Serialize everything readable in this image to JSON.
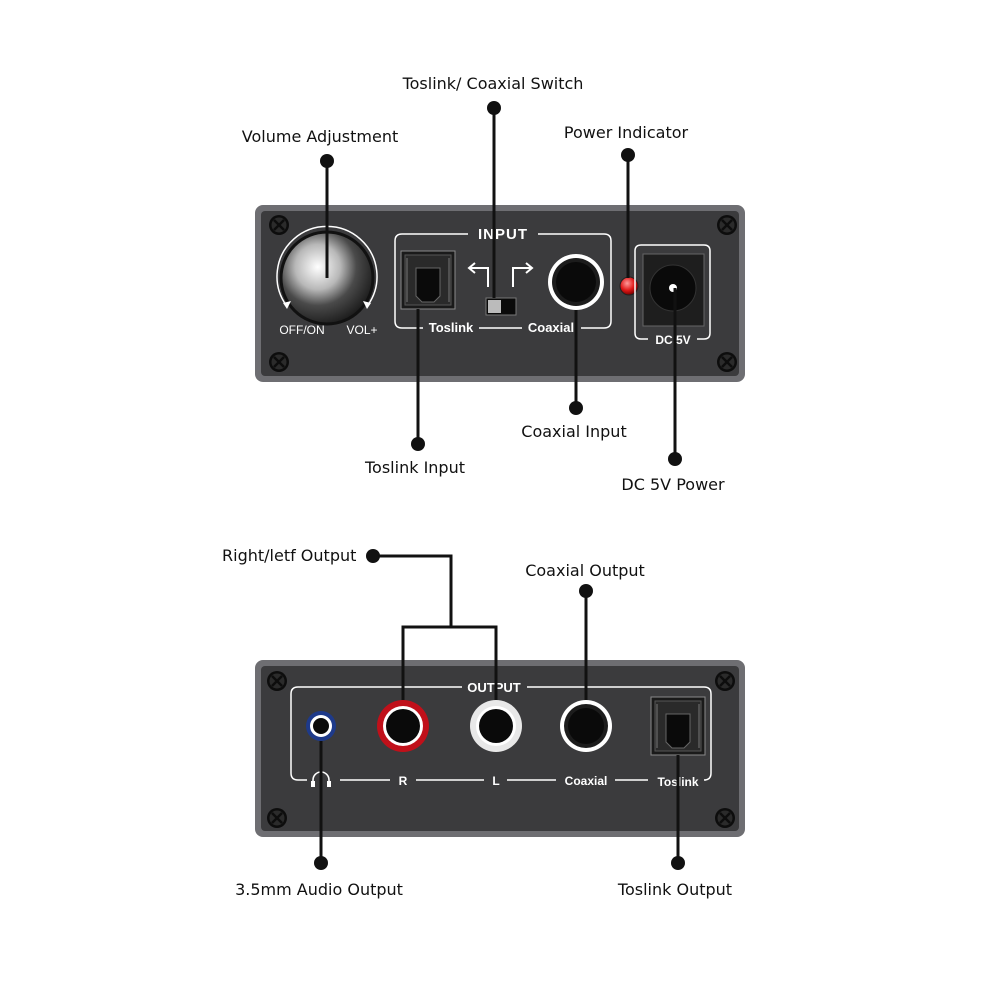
{
  "colors": {
    "panel": "#3b3b3d",
    "panel_border": "#6e6e72",
    "ink": "#111111",
    "rca_red": "#c0101a",
    "rca_white": "#e8e8e8",
    "led_red": "#e01818",
    "headphone_blue": "#1e3a8a"
  },
  "input_panel": {
    "group_label": "INPUT",
    "toslink_label": "Toslink",
    "coaxial_label": "Coaxial",
    "dc_label": "DC 5V",
    "knob_off_on": "OFF/ON",
    "knob_vol": "VOL+"
  },
  "output_panel": {
    "group_label": "OUTPUT",
    "headphone_glyph": "🎧",
    "right_label": "R",
    "left_label": "L",
    "coaxial_label": "Coaxial",
    "toslink_label": "Toslink"
  },
  "callouts": {
    "volume": "Volume Adjustment",
    "switch": "Toslink/ Coaxial Switch",
    "power_indicator": "Power Indicator",
    "toslink_input": "Toslink Input",
    "coaxial_input": "Coaxial Input",
    "dc_power": "DC 5V Power",
    "rl_output": "Right/letf Output",
    "coaxial_output": "Coaxial Output",
    "audio_output": "3.5mm Audio Output",
    "toslink_output": "Toslink Output"
  }
}
